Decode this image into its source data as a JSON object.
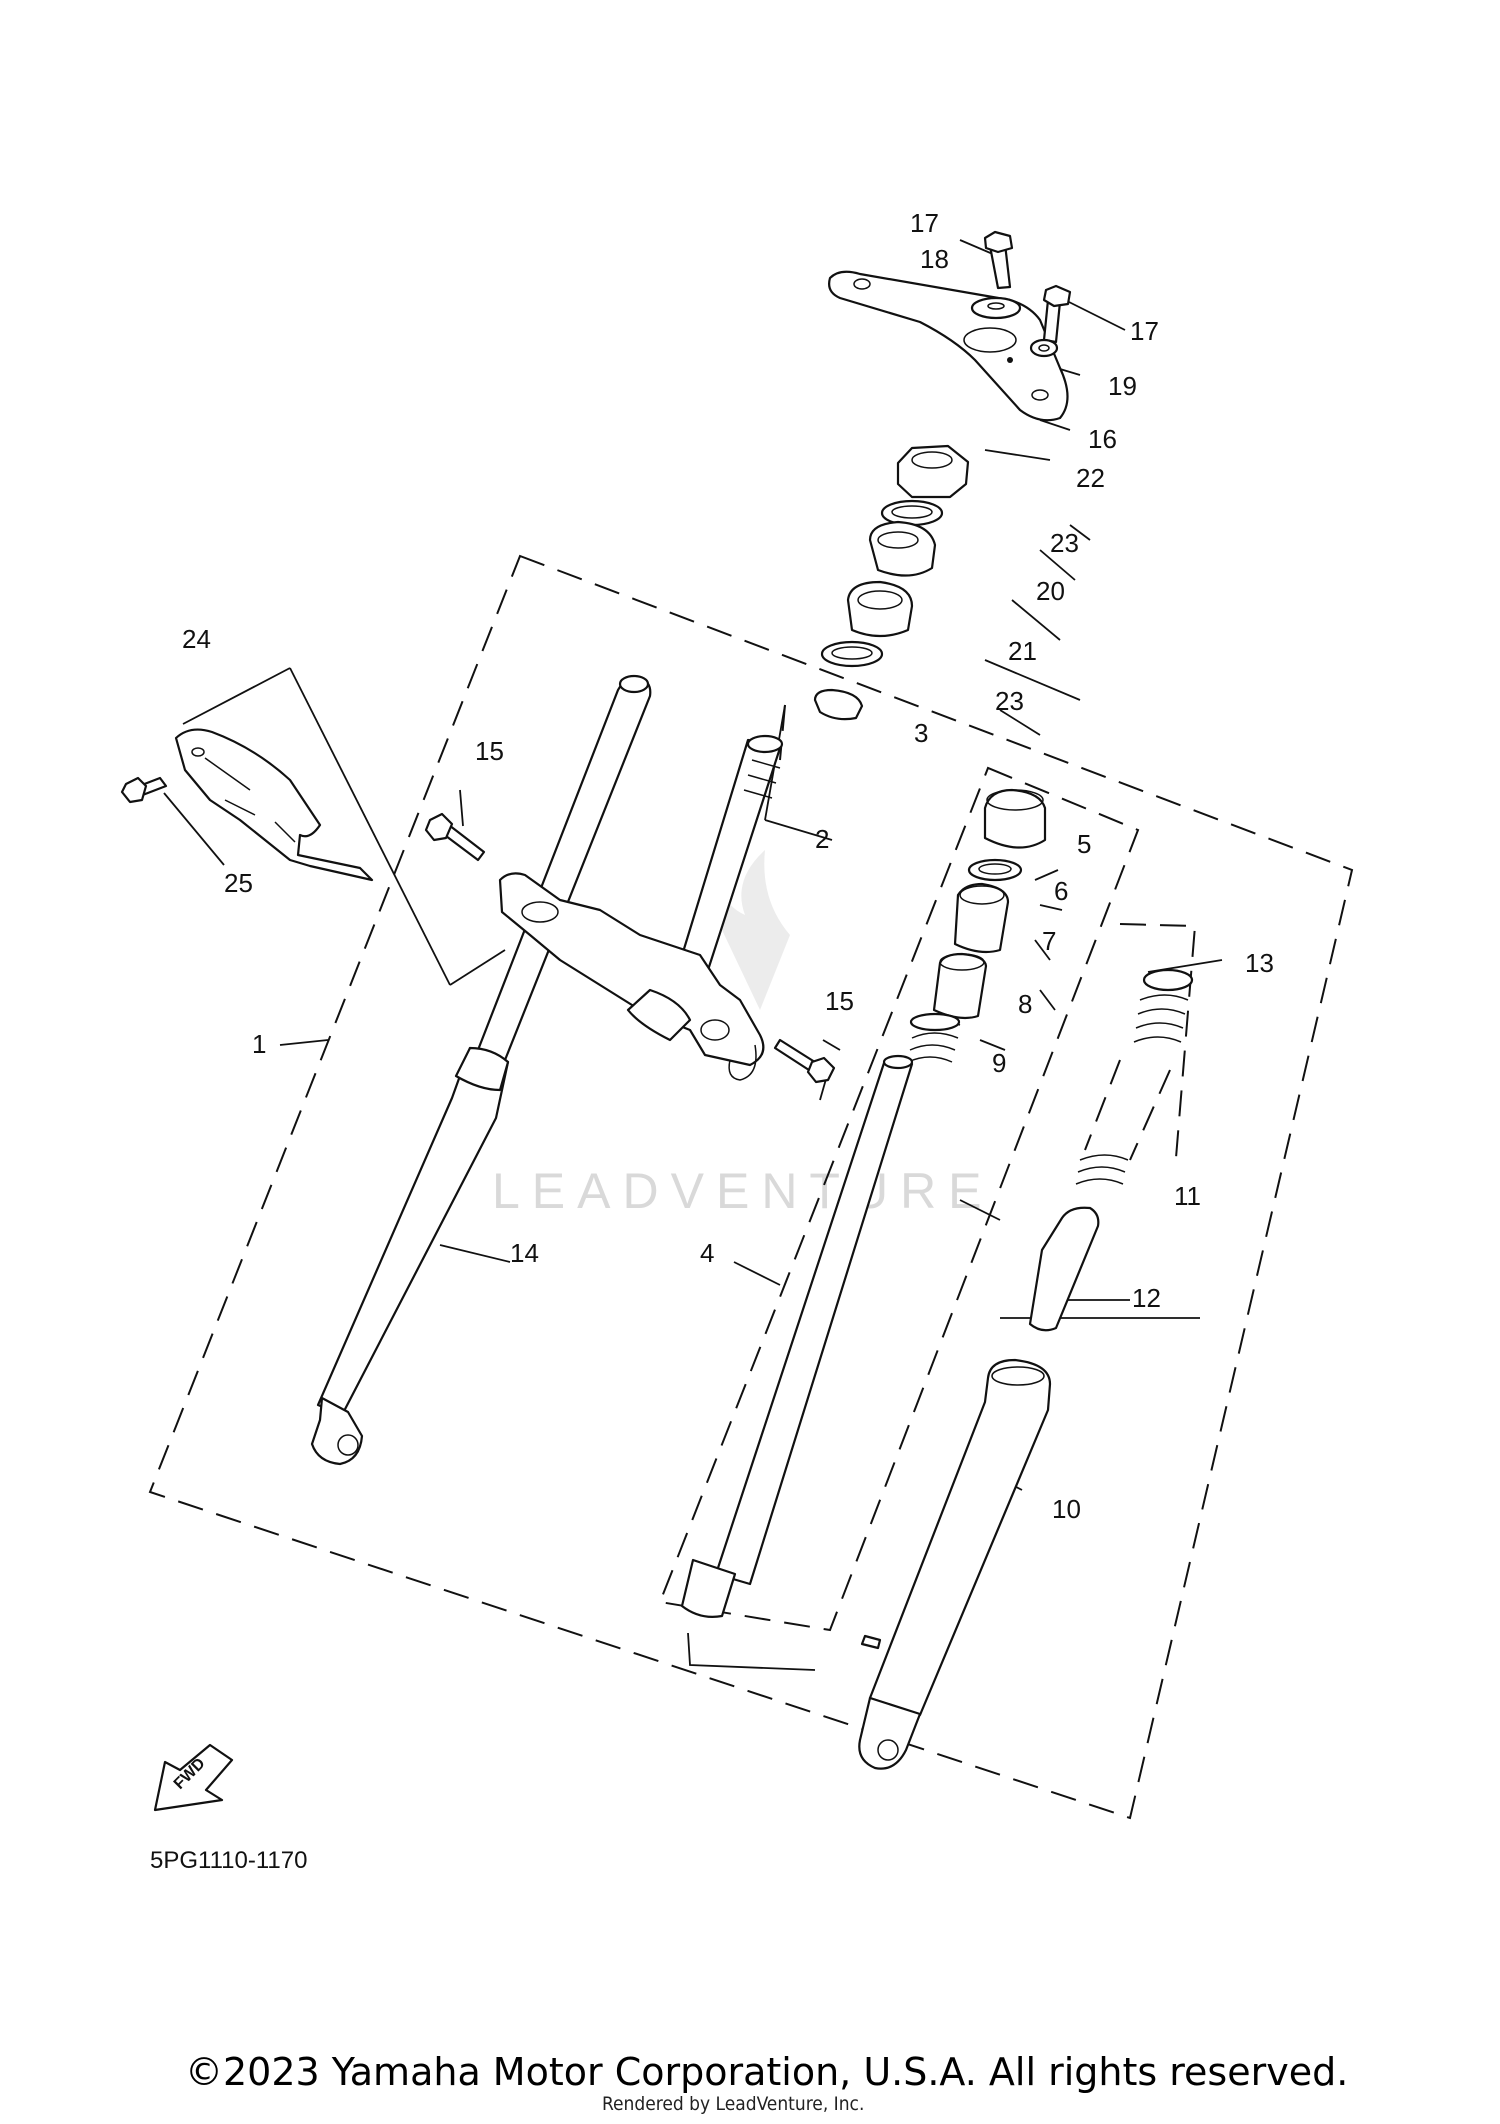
{
  "diagram": {
    "diagram_code": "5PG1110-1170",
    "copyright": "©2023 Yamaha Motor Corporation, U.S.A. All rights reserved.",
    "rendered_by": "Rendered by LeadVenture, Inc.",
    "watermark": "LEADVENTURE",
    "fwd_label": "FWD",
    "callouts": [
      "1",
      "2",
      "3",
      "4",
      "5",
      "6",
      "7",
      "8",
      "9",
      "10",
      "11",
      "12",
      "13",
      "14",
      "15",
      "15",
      "16",
      "17",
      "17",
      "18",
      "19",
      "20",
      "21",
      "22",
      "23",
      "23",
      "24",
      "25"
    ]
  }
}
